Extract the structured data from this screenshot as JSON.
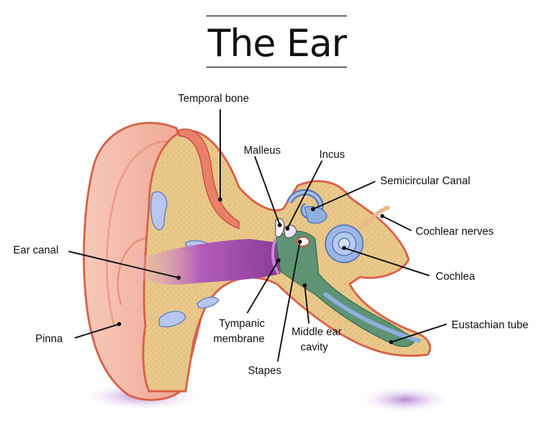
{
  "title": "The Ear",
  "labels": {
    "temporal_bone": "Temporal bone",
    "malleus": "Malleus",
    "incus": "Incus",
    "semicircular_canal": "Semicircular Canal",
    "cochlear_nerves": "Cochlear nerves",
    "ear_canal": "Ear canal",
    "cochlea": "Cochlea",
    "eustachian_tube": "Eustachian tube",
    "pinna": "Pinna",
    "tympanic_membrane_1": "Tympanic",
    "tympanic_membrane_2": "membrane",
    "middle_ear_cavity_1": "Middle ear",
    "middle_ear_cavity_2": "cavity",
    "stapes": "Stapes"
  },
  "colors": {
    "skin": "#f4bfae",
    "skin_dark": "#e48b76",
    "outline": "#d9614a",
    "bone": "#e9c98a",
    "bone_speckle": "#caa16a",
    "ear_canal": "#a24aa6",
    "canal_light": "#c98ad0",
    "middle_ear": "#4f8f72",
    "inner_ear": "#8faee0",
    "inner_ear_dark": "#5a78b8",
    "shadow": "#b98bd6"
  }
}
